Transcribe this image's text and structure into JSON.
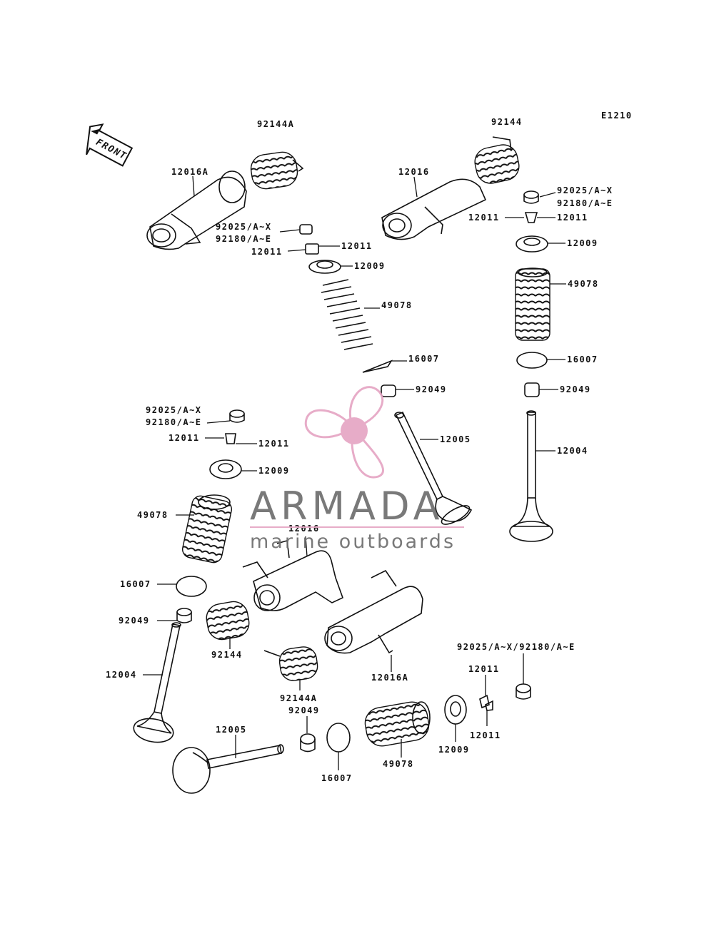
{
  "diagram_code": "E1210",
  "front_label": "FRONT",
  "watermark": {
    "name": "ARMADA",
    "tagline": "marine outboards",
    "accent_color": "#e6a6c4",
    "text_color": "#6e6e6e"
  },
  "callouts": {
    "rocker_a_top": "12016A",
    "spring_a_top": "92144A",
    "shim_left_line1": "92025/A~X",
    "shim_left_line2": "92180/A~E",
    "keeper_left_a": "12011",
    "keeper_left_b": "12011",
    "retainer_left": "12009",
    "valve_spring_left": "49078",
    "seat_left": "16007",
    "seal_left": "92049",
    "valve_exhaust_mid": "12005",
    "rocker_top_right": "12016",
    "spring_top_right": "92144",
    "shim_right_line1": "92025/A~X",
    "shim_right_line2": "92180/A~E",
    "keeper_right_a": "12011",
    "keeper_right_b": "12011",
    "retainer_right": "12009",
    "valve_spring_right": "49078",
    "seat_right": "16007",
    "seal_right": "92049",
    "valve_intake_right": "12004",
    "shim_mid_line1": "92025/A~X",
    "shim_mid_line2": "92180/A~E",
    "keeper_mid_a": "12011",
    "keeper_mid_b": "12011",
    "retainer_mid": "12009",
    "valve_spring_mid": "49078",
    "rocker_center": "12016",
    "seat_mid": "16007",
    "seal_mid": "92049",
    "spring_center": "92144",
    "valve_intake_lower": "12004",
    "spring_a_lower": "92144A",
    "rocker_a_lower": "12016A",
    "seal_lower": "92049",
    "valve_exhaust_lower": "12005",
    "seat_lower": "16007",
    "valve_spring_lower": "49078",
    "retainer_lower": "12009",
    "keeper_lower_a": "12011",
    "keeper_lower_b": "12011",
    "shim_lower": "92025/A~X/92180/A~E"
  }
}
